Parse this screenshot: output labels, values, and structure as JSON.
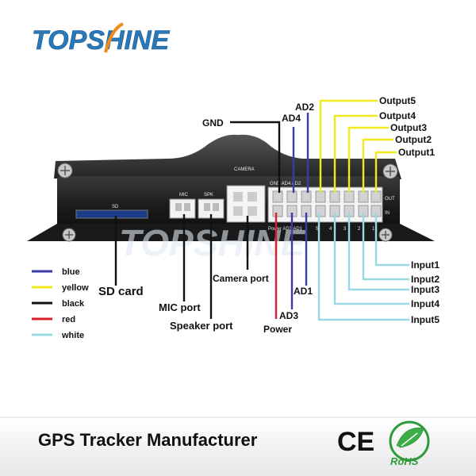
{
  "brand": {
    "logo_text": "TOPSHINE"
  },
  "device": {
    "camera_label": "CAMERA",
    "sd_label": "SD",
    "mic_label": "MIC",
    "spk_label": "SPK",
    "header_top_text": "GND  AD4  AD2",
    "header_bottom_text": "Power AD3  AD1",
    "pin_numbers": [
      "5",
      "4",
      "3",
      "2",
      "1"
    ],
    "out_label": "OUT",
    "in_label": "IN"
  },
  "callouts": {
    "gnd": "GND",
    "ad4": "AD4",
    "ad2": "AD2",
    "output5": "Output5",
    "output4": "Output4",
    "output3": "Output3",
    "output2": "Output2",
    "output1": "Output1",
    "input1": "Input1",
    "input2": "Input2",
    "input3": "Input3",
    "input4": "Input4",
    "input5": "Input5",
    "sd_card": "SD card",
    "camera_port": "Camera port",
    "mic_port": "MIC port",
    "speaker_port": "Speaker port",
    "ad1": "AD1",
    "ad3": "AD3",
    "power": "Power"
  },
  "legend": [
    {
      "label": "blue",
      "color": "#3a3aa8"
    },
    {
      "label": "yellow",
      "color": "#f2ea1c"
    },
    {
      "label": "black",
      "color": "#111111"
    },
    {
      "label": "red",
      "color": "#d8202a"
    },
    {
      "label": "white",
      "color": "#9ad8e6"
    }
  ],
  "footer": {
    "title": "GPS Tracker Manufacturer",
    "ce_mark": "CE",
    "rohs_mark": "RoHS"
  }
}
